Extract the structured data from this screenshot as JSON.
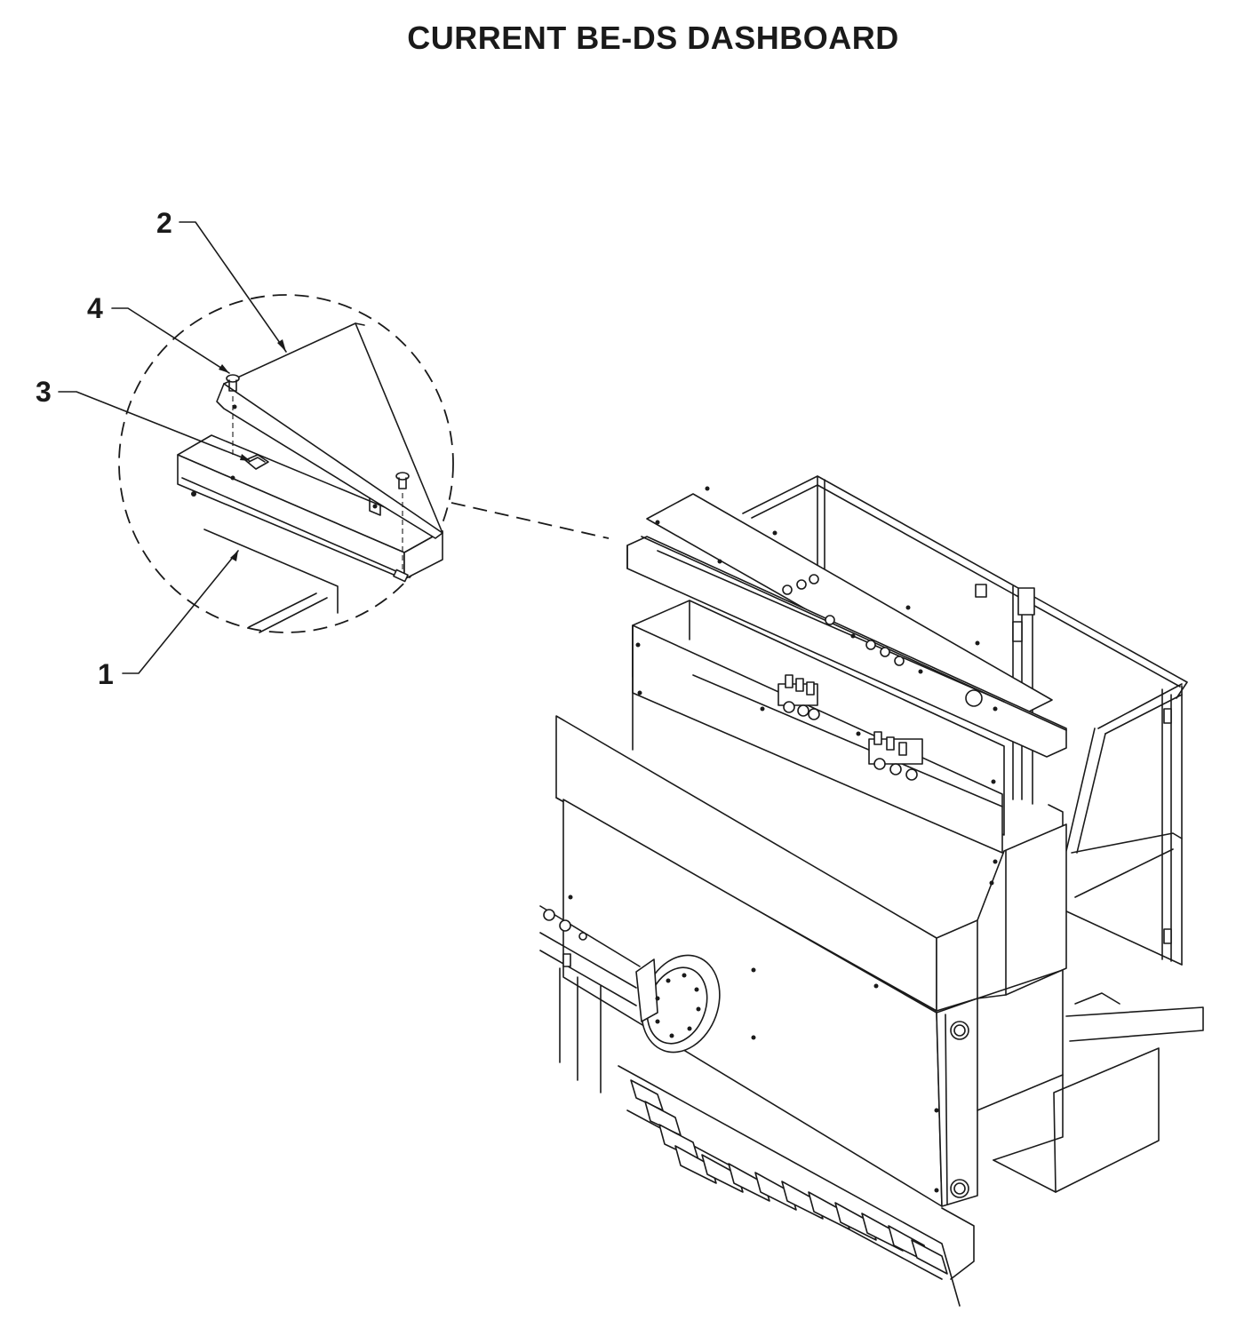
{
  "title": "CURRENT BE-DS DASHBOARD",
  "callouts": [
    {
      "id": "1",
      "label": "1"
    },
    {
      "id": "2",
      "label": "2"
    },
    {
      "id": "3",
      "label": "3"
    },
    {
      "id": "4",
      "label": "4"
    }
  ],
  "colors": {
    "line": "#1a1a1a",
    "background": "#ffffff"
  }
}
